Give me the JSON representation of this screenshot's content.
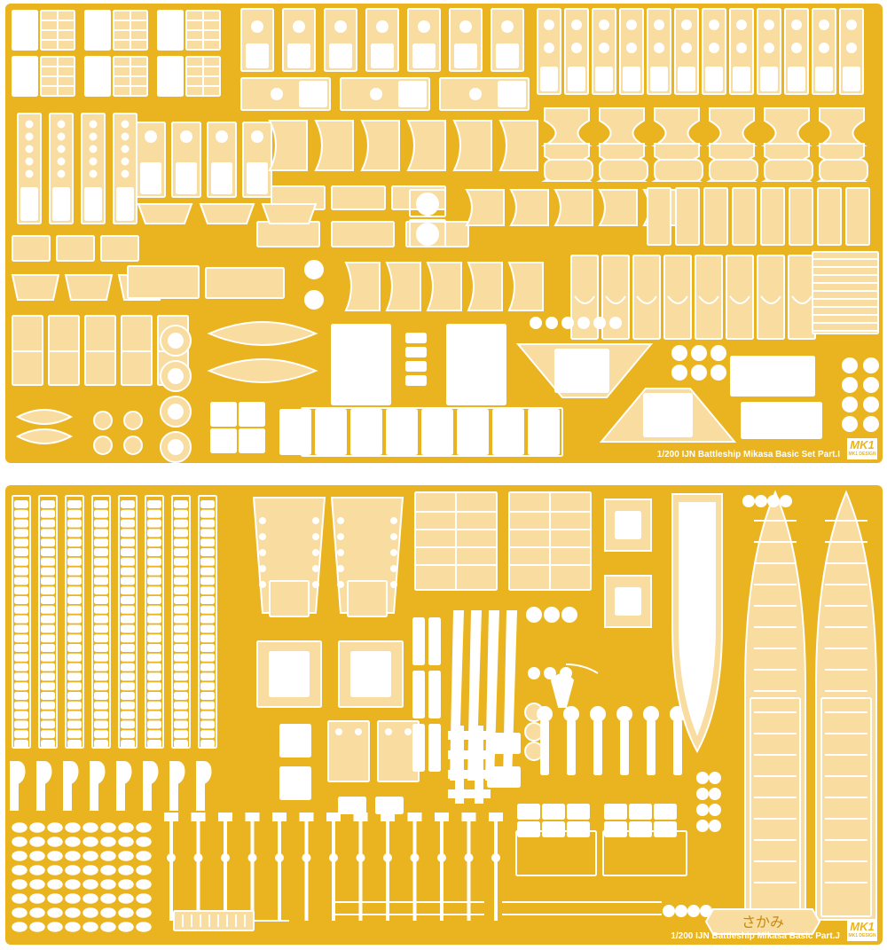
{
  "sheets": [
    {
      "caption": "1/200 IJN Battleship Mikasa Basic Set Part.I",
      "logo_mark": "MK1",
      "logo_sub": "MK1 DESIGN"
    },
    {
      "caption": "1/200 IJN Battleship Mikasa Basic Part.J",
      "logo_mark": "MK1",
      "logo_sub": "MK1 DESIGN",
      "nameplate": "さかみ"
    }
  ],
  "colors": {
    "brass": "#e9b420",
    "part_fill": "#f8dca0",
    "outline": "#ffffff",
    "page": "#ffffff"
  }
}
